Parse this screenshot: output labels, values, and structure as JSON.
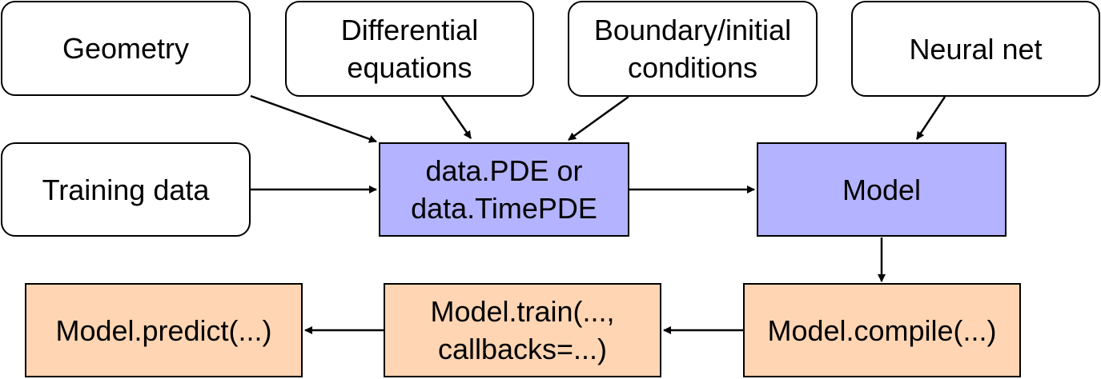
{
  "colors": {
    "input_fill": "#ffffff",
    "core_fill": "#b3b3ff",
    "step_fill": "#ffd5b3",
    "stroke": "#000000"
  },
  "nodes": {
    "geometry": {
      "lines": [
        "Geometry"
      ]
    },
    "differential_equations": {
      "lines": [
        "Differential",
        "equations"
      ]
    },
    "boundary_initial_conditions": {
      "lines": [
        "Boundary/initial",
        "conditions"
      ]
    },
    "neural_net": {
      "lines": [
        "Neural net"
      ]
    },
    "training_data": {
      "lines": [
        "Training data"
      ]
    },
    "data_pde": {
      "lines": [
        "data.PDE or",
        "data.TimePDE"
      ]
    },
    "model": {
      "lines": [
        "Model"
      ]
    },
    "model_compile": {
      "lines": [
        "Model.compile(...)"
      ]
    },
    "model_train": {
      "lines": [
        "Model.train(...,",
        "callbacks=...)"
      ]
    },
    "model_predict": {
      "lines": [
        "Model.predict(...)"
      ]
    }
  },
  "edges": [
    {
      "from": "geometry",
      "to": "data_pde"
    },
    {
      "from": "differential_equations",
      "to": "data_pde"
    },
    {
      "from": "boundary_initial_conditions",
      "to": "data_pde"
    },
    {
      "from": "training_data",
      "to": "data_pde"
    },
    {
      "from": "data_pde",
      "to": "model"
    },
    {
      "from": "neural_net",
      "to": "model"
    },
    {
      "from": "model",
      "to": "model_compile"
    },
    {
      "from": "model_compile",
      "to": "model_train"
    },
    {
      "from": "model_train",
      "to": "model_predict"
    }
  ]
}
